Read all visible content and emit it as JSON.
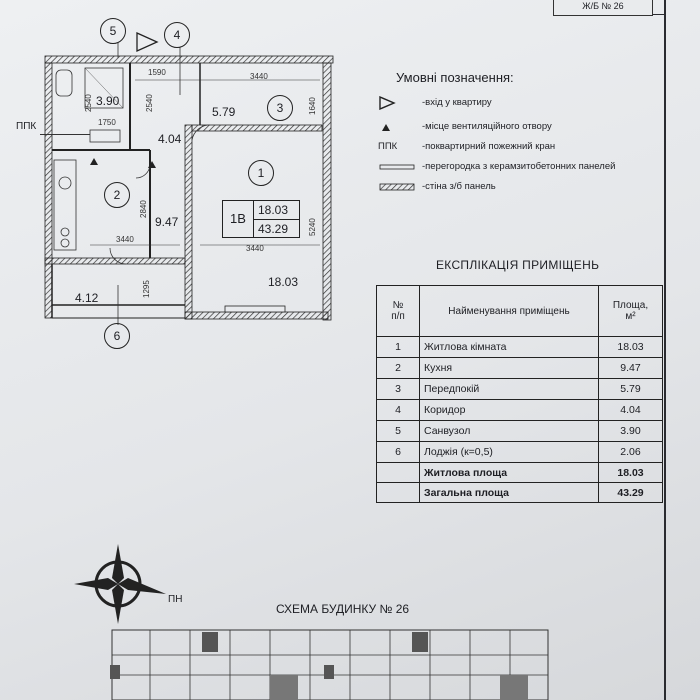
{
  "sheet_stamp": "Ж/Б № 26",
  "plan": {
    "axis_labels": [
      "5",
      "4",
      "3",
      "1",
      "2",
      "6"
    ],
    "ppk_label": "ППК",
    "apartment_type": "1В",
    "apartment_living_area": "18.03",
    "apartment_total_area": "43.29",
    "room_areas": {
      "bathroom": "3.90",
      "corridor": "4.04",
      "hallway": "5.79",
      "kitchen": "9.47",
      "living": "18.03",
      "loggia": "4.12"
    },
    "dimensions": {
      "d1590": "1590",
      "d3440_top": "3440",
      "d2540_left": "2540",
      "d2540_mid": "2540",
      "d1640": "1640",
      "d1750": "1750",
      "d2840": "2840",
      "d5240": "5240",
      "d3440_kitchen": "3440",
      "d3440_living": "3440",
      "d1295": "1295"
    }
  },
  "legend": {
    "title": "Умовні позначення:",
    "items": [
      {
        "symbol": "entrance-triangle",
        "text": "-вхід у квартиру"
      },
      {
        "symbol": "vent-triangle",
        "text": "-місце вентиляційного отвору"
      },
      {
        "symbol": "ppk-text",
        "label": "ППК",
        "text": "-поквартирний пожежний кран"
      },
      {
        "symbol": "partition-line",
        "text": "-перегородка з керамзитобетонних панелей"
      },
      {
        "symbol": "wall-hatched",
        "text": "-стіна з/б панель"
      }
    ]
  },
  "explication": {
    "title": "ЕКСПЛІКАЦІЯ ПРИМІЩЕНЬ",
    "headers": {
      "num": "№\nп/п",
      "name": "Найменування приміщень",
      "area": "Площа,\nм²"
    },
    "rows": [
      {
        "num": "1",
        "name": "Житлова кімната",
        "area": "18.03"
      },
      {
        "num": "2",
        "name": "Кухня",
        "area": "9.47"
      },
      {
        "num": "3",
        "name": "Передпокій",
        "area": "5.79"
      },
      {
        "num": "4",
        "name": "Коридор",
        "area": "4.04"
      },
      {
        "num": "5",
        "name": "Санвузол",
        "area": "3.90"
      },
      {
        "num": "6",
        "name": "Лоджія (к=0,5)",
        "area": "2.06"
      }
    ],
    "living_area_label": "Житлова площа",
    "living_area_value": "18.03",
    "total_area_label": "Загальна площа",
    "total_area_value": "43.29"
  },
  "compass_label": "ПН",
  "scheme_title": "СХЕМА БУДИНКУ № 26"
}
